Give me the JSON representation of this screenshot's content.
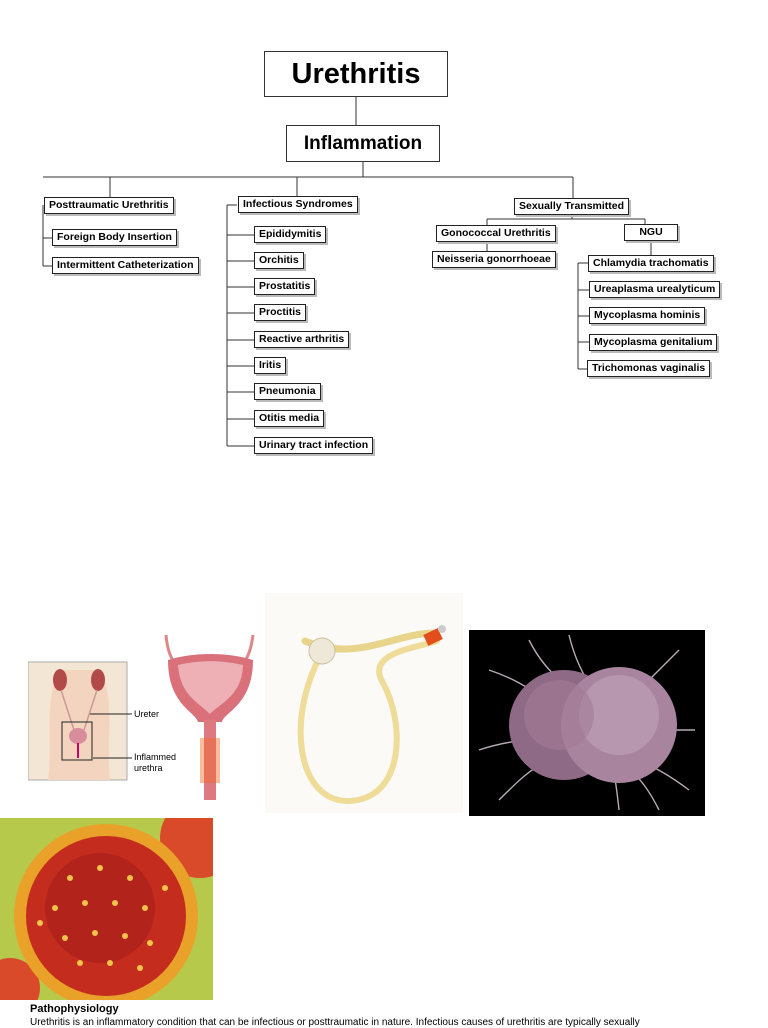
{
  "diagram": {
    "root": "Urethritis",
    "level1": "Inflammation",
    "branches": {
      "posttraumatic": {
        "label": "Posttraumatic Urethritis",
        "children": [
          "Foreign Body Insertion",
          "Intermittent Catheterization"
        ]
      },
      "infectious": {
        "label": "Infectious Syndromes",
        "children": [
          "Epididymitis",
          "Orchitis",
          "Prostatitis",
          "Proctitis",
          "Reactive arthritis",
          "Iritis",
          "Pneumonia",
          "Otitis media",
          "Urinary tract infection"
        ]
      },
      "sexual": {
        "label": "Sexually Transmitted",
        "gonococcal": {
          "label": "Gonococcal Urethritis",
          "children": [
            "Neisseria gonorrhoeae"
          ]
        },
        "ngu": {
          "label": "NGU",
          "children": [
            "Chlamydia trachomatis",
            "Ureaplasma urealyticum",
            "Mycoplasma hominis",
            "Mycoplasma genitalium",
            "Trichomonas vaginalis"
          ]
        }
      }
    }
  },
  "images": {
    "anatomy_labels": {
      "ureter": "Ureter",
      "inflamed_line1": "Inflammed",
      "inflamed_line2": "urethra"
    }
  },
  "footer": {
    "heading": "Pathophysiology",
    "text": "Urethritis is an inflammatory condition that can be infectious or posttraumatic in nature. Infectious causes of urethritis are typically sexually"
  }
}
